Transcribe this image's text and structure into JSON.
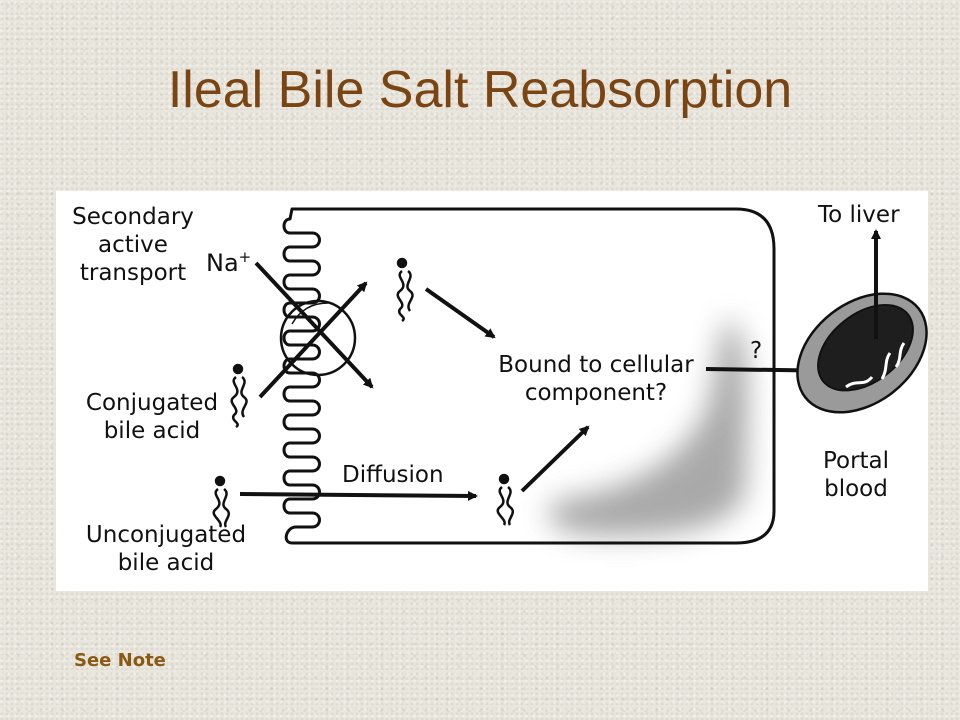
{
  "slide": {
    "title": "Ileal Bile Salt Reabsorption",
    "note_link": "See Note"
  },
  "diagram": {
    "labels": {
      "secondary_line1": "Secondary",
      "secondary_line2": "active",
      "secondary_line3": "transport",
      "sodium": "Na",
      "sodium_sup": "+",
      "conjugated_line1": "Conjugated",
      "conjugated_line2": "bile acid",
      "unconjugated_line1": "Unconjugated",
      "unconjugated_line2": "bile acid",
      "diffusion": "Diffusion",
      "bound_line1": "Bound to cellular",
      "bound_line2": "component?",
      "question": "?",
      "to_liver": "To liver",
      "portal_line1": "Portal",
      "portal_line2": "blood"
    }
  }
}
